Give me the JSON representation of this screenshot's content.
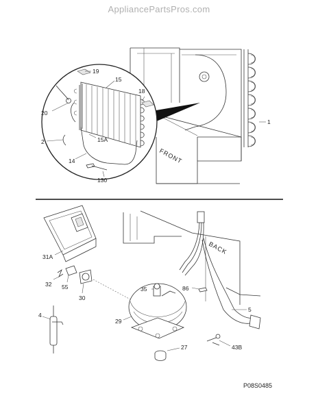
{
  "watermark": "AppliancePartsPros.com",
  "labels": {
    "1": "1",
    "2": "2",
    "4": "4",
    "5": "5",
    "14": "14",
    "15": "15",
    "15A": "15A",
    "18": "18",
    "19": "19",
    "20": "20",
    "27": "27",
    "29": "29",
    "30": "30",
    "31A": "31A",
    "32": "32",
    "35": "35",
    "43B": "43B",
    "55": "55",
    "86": "86",
    "130": "130",
    "front": "FRONT",
    "back": "BACK"
  },
  "figure_code": "P08S0485",
  "colors": {
    "line": "#333333",
    "watermark": "#b0b0b0",
    "background": "#ffffff"
  }
}
